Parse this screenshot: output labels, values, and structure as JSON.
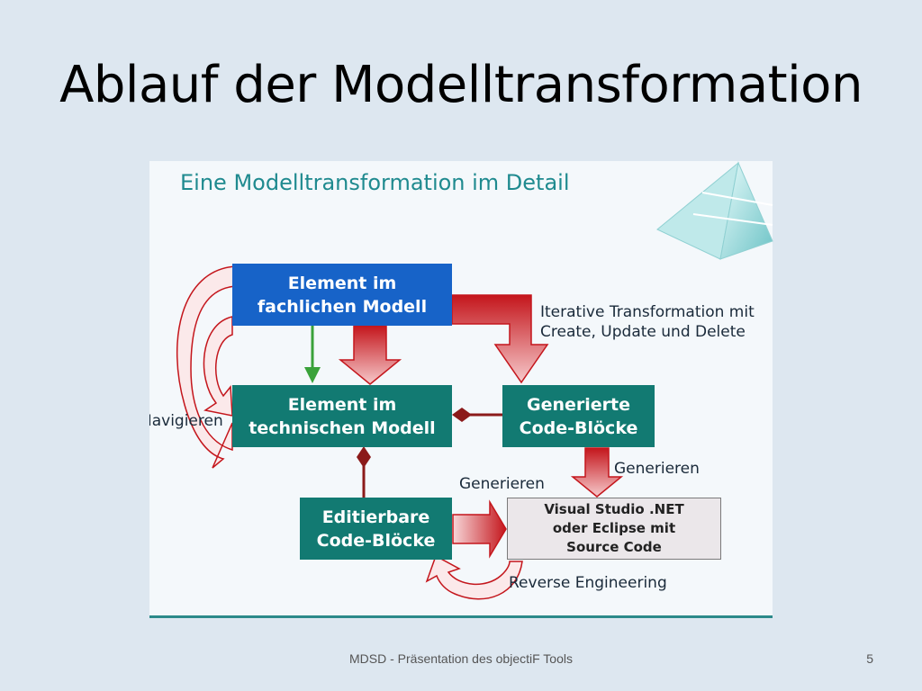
{
  "slide": {
    "title": "Ablauf der Modelltransformation",
    "footer": "MDSD - Präsentation des objectiF Tools",
    "page_number": "5"
  },
  "diagram": {
    "title": "Eine Modelltransformation im Detail",
    "boxes": {
      "fachlich": [
        "Element im",
        "fachlichen Modell"
      ],
      "technisch": [
        "Element im",
        "technischen Modell"
      ],
      "generiert": [
        "Generierte",
        "Code-Blöcke"
      ],
      "editierbar": [
        "Editierbare",
        "Code-Blöcke"
      ],
      "ide": [
        "Visual Studio .NET",
        "oder Eclipse mit",
        "Source Code"
      ]
    },
    "labels": {
      "iterative": [
        "Iterative Transformation mit",
        "Create, Update und Delete"
      ],
      "navigieren": "Navigieren",
      "generieren_right": "Generieren",
      "generieren_left": "Generieren",
      "reverse": "Reverse Engineering"
    },
    "colors": {
      "teal": "#127a72",
      "blue": "#1763c8",
      "arrow_red": "#c4161c",
      "green": "#3aa23a"
    }
  }
}
